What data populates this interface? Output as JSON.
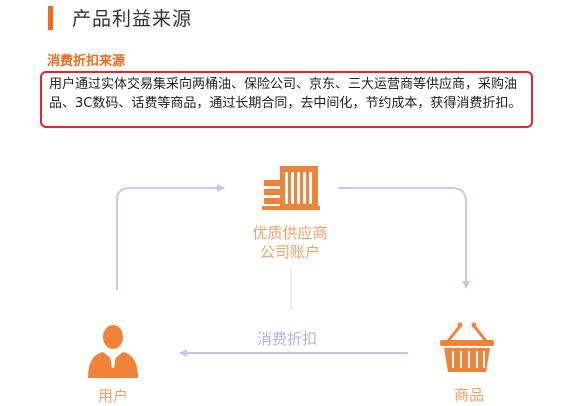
{
  "header": {
    "title": "产品利益来源"
  },
  "section": {
    "label": "消费折扣来源",
    "description": "用户通过实体交易集采向两桶油、保险公司、京东、三大运营商等供应商，采购油品、3C数码、话费等商品，通过长期合同，去中间化，节约成本，获得消费折扣。"
  },
  "colors": {
    "accent": "#f26a1b",
    "highlight_border": "#e0262e",
    "icon_orange": "#f0833a",
    "node_text": "#f5a06a",
    "arrow": "#c8c8ee",
    "flow_text": "#b3b3e0"
  },
  "diagram": {
    "supplier": {
      "icon": "building-icon",
      "line1": "优质供应商",
      "line2": "公司账户"
    },
    "product": {
      "icon": "basket-icon",
      "label": "商品"
    },
    "user": {
      "icon": "user-icon",
      "label": "用户"
    },
    "flow_label": "消费折扣"
  }
}
